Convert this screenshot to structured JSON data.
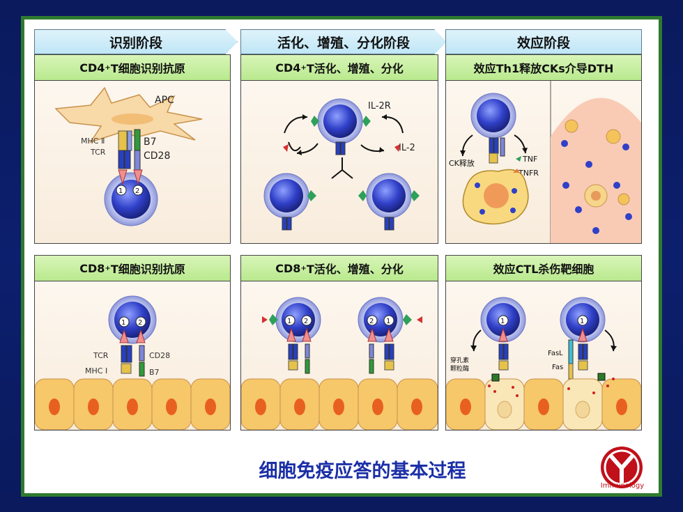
{
  "stages": {
    "recognition": "识别阶段",
    "activation": "活化、增殖、分化阶段",
    "effector": "效应阶段"
  },
  "panels": {
    "cd4_recognition": {
      "title_pre": "CD4",
      "title_sup": "+",
      "title_post": "T细胞识别抗原",
      "labels": {
        "apc": "APC",
        "mhc2": "MHC Ⅱ",
        "tcr": "TCR",
        "b7": "B7",
        "cd28": "CD28",
        "sig1": "1",
        "sig2": "2"
      }
    },
    "cd4_activation": {
      "title_pre": "CD4",
      "title_sup": "+",
      "title_post": "T活化、增殖、分化",
      "labels": {
        "il2r": "IL-2R",
        "il2": "IL-2"
      }
    },
    "th1_effect": {
      "title": "效应Th1释放CKs介导DTH",
      "labels": {
        "ck": "CK释放",
        "tnf": "TNF",
        "tnfr": "TNFR"
      }
    },
    "cd8_recognition": {
      "title_pre": "CD8",
      "title_sup": "+",
      "title_post": "T细胞识别抗原",
      "labels": {
        "tcr": "TCR",
        "cd28": "CD28",
        "mhc1": "MHC Ⅰ",
        "b7": "B7",
        "sig1": "1",
        "sig2": "2"
      }
    },
    "cd8_activation": {
      "title_pre": "CD8",
      "title_sup": "+",
      "title_post": "T活化、增殖、分化",
      "labels": {
        "a1": "1",
        "a2": "2",
        "b2": "2",
        "b1": "1"
      }
    },
    "ctl_effect": {
      "title": "效应CTL杀伤靶细胞",
      "labels": {
        "perforin1": "穿孔素",
        "perforin2": "颗粒酶",
        "fasl": "FasL",
        "fas": "Fas",
        "s1": "1",
        "s2": "1"
      }
    }
  },
  "footer": {
    "title": "细胞免疫应答的基本过程",
    "logo_text": "Immunology"
  },
  "colors": {
    "background": "#0a1a5c",
    "frame": "#2f7a2f",
    "stage_fill": "#bfe6f6",
    "panel_title_fill": "#b9e98e",
    "cell_blue": "#2f3fc8",
    "footer_text": "#1b2fa6",
    "logo_red": "#c0101a"
  }
}
